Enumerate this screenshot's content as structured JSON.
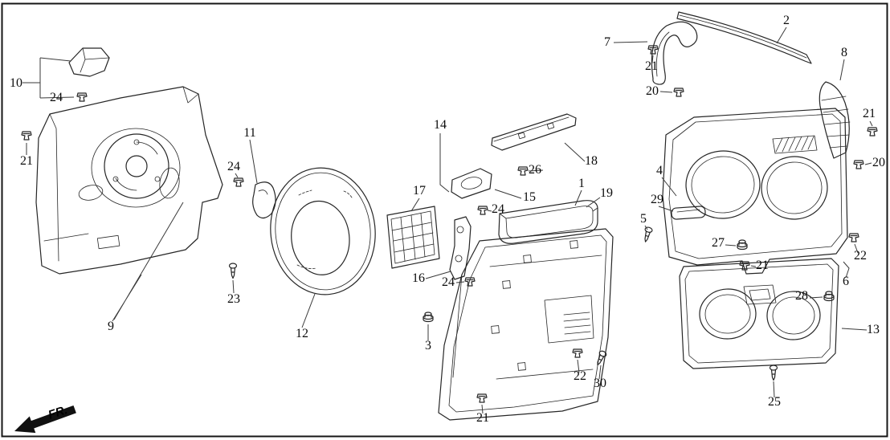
{
  "diagram": {
    "type": "exploded-parts-diagram",
    "direction_label": "FR."
  },
  "callouts": [
    {
      "label": "10"
    },
    {
      "label": "24"
    },
    {
      "label": "21"
    },
    {
      "label": "11"
    },
    {
      "label": "24"
    },
    {
      "label": "23"
    },
    {
      "label": "9"
    },
    {
      "label": "12"
    },
    {
      "label": "14"
    },
    {
      "label": "17"
    },
    {
      "label": "16"
    },
    {
      "label": "24"
    },
    {
      "label": "15"
    },
    {
      "label": "24"
    },
    {
      "label": "18"
    },
    {
      "label": "26"
    },
    {
      "label": "1"
    },
    {
      "label": "19"
    },
    {
      "label": "3"
    },
    {
      "label": "22"
    },
    {
      "label": "30"
    },
    {
      "label": "21"
    },
    {
      "label": "7"
    },
    {
      "label": "21"
    },
    {
      "label": "20"
    },
    {
      "label": "2"
    },
    {
      "label": "8"
    },
    {
      "label": "21"
    },
    {
      "label": "20"
    },
    {
      "label": "4"
    },
    {
      "label": "29"
    },
    {
      "label": "5"
    },
    {
      "label": "27"
    },
    {
      "label": "21"
    },
    {
      "label": "22"
    },
    {
      "label": "6"
    },
    {
      "label": "28"
    },
    {
      "label": "13"
    },
    {
      "label": "25"
    }
  ]
}
